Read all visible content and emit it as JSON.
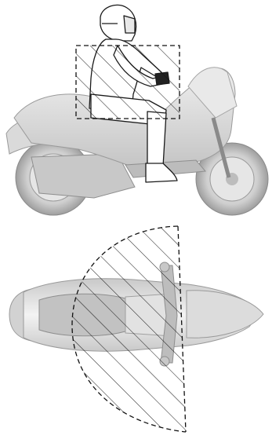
{
  "figure": {
    "panels": [
      {
        "view": "side",
        "subject": "rider-on-scooter",
        "shaded_region": "rectangular-zone-around-rider-torso"
      },
      {
        "view": "top",
        "subject": "scooter",
        "shaded_region": "semicircular-zone-in-front-of-seat"
      }
    ],
    "colors": {
      "line": "#1a1a1a",
      "scooter_fill": "#d9d9d9",
      "scooter_shade": "#bdbdbd",
      "scooter_highlight": "#f2f2f2",
      "rider_fill": "#ffffff",
      "hatch": "#111111"
    },
    "legend_hatch": "diagonal"
  }
}
